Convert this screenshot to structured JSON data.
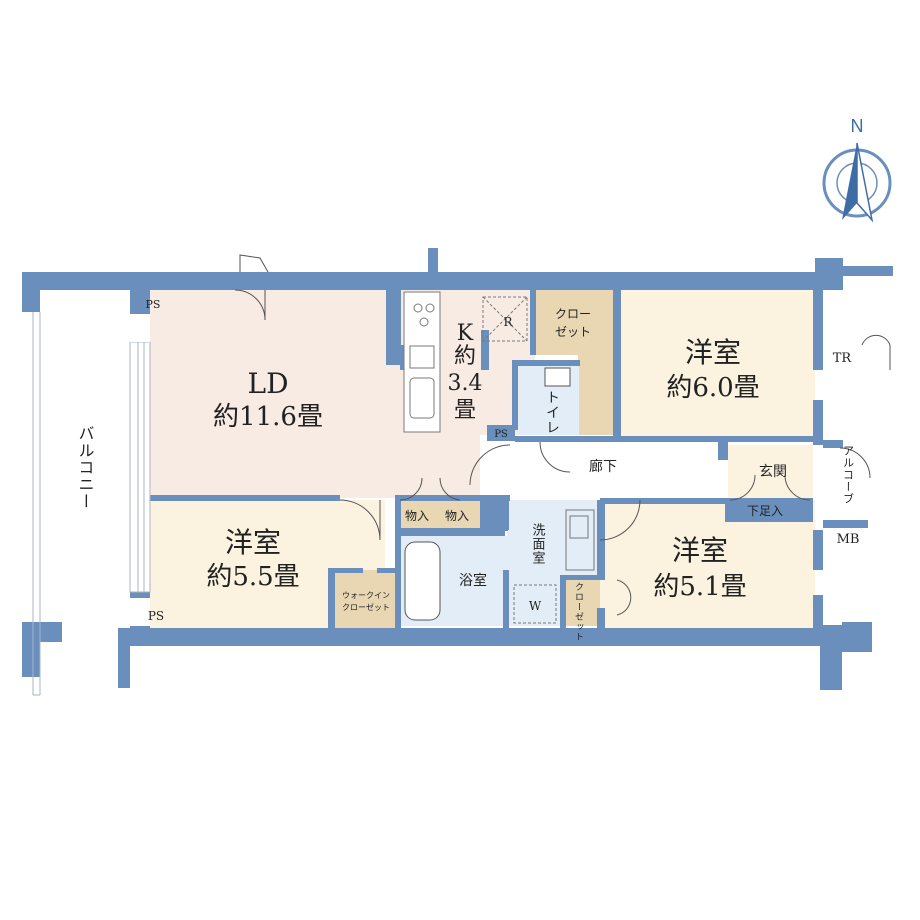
{
  "compass": {
    "north": "N"
  },
  "rooms": {
    "ld": {
      "name": "LD",
      "size": "約11.6畳"
    },
    "k": {
      "name": "K",
      "size_a": "約",
      "size_b": "3.4",
      "size_c": "畳"
    },
    "bed1": {
      "name": "洋室",
      "size": "約6.0畳"
    },
    "bed2": {
      "name": "洋室",
      "size": "約5.5畳"
    },
    "bed3": {
      "name": "洋室",
      "size": "約5.1畳"
    }
  },
  "labels": {
    "balcony": "バルコニー",
    "closet_a": "クロー",
    "closet_b": "ゼット",
    "toilet": "トイレ",
    "corridor": "廊下",
    "entrance": "玄関",
    "alcove": "アルコーブ",
    "shoe_storage": "下足入",
    "storage_1": "物入",
    "storage_2": "物入",
    "washroom": "洗面室",
    "bathroom": "浴室",
    "walkin_a": "ウォークイン",
    "walkin_b": "クローゼット",
    "small_closet": "クローゼット",
    "ps_top": "PS",
    "ps_kitchen": "PS",
    "ps_bottom": "PS",
    "tr": "TR",
    "mb": "MB",
    "fridge": "R",
    "washer": "W"
  },
  "colors": {
    "wall": "#6a8fbc",
    "ld": "#f8ebe4",
    "bedroom": "#fbf3e0",
    "storage": "#e9d7b4",
    "wet": "#e3edf7",
    "corridor": "#ffffff"
  }
}
